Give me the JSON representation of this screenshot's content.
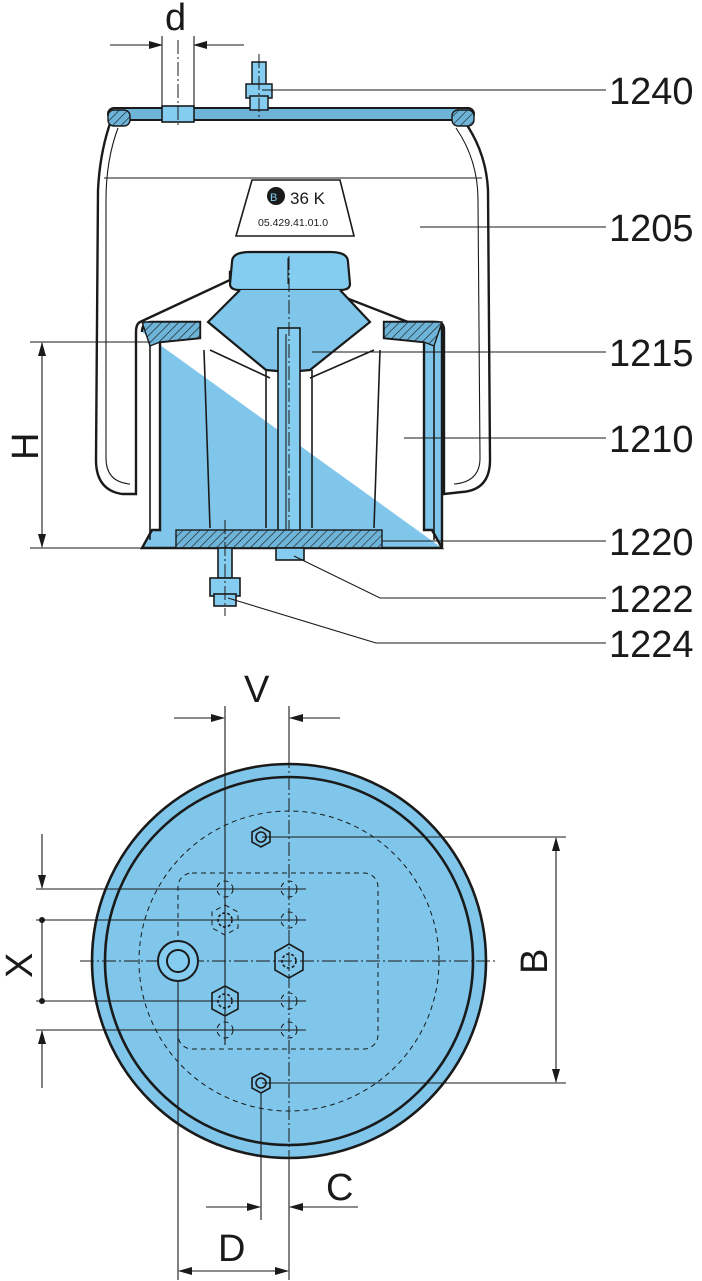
{
  "colors": {
    "body_fill": "#85cdf0",
    "piston_fill": "#7fc6ea",
    "base_fill": "#6eb4d8",
    "line": "#1a1a1a"
  },
  "stamp": {
    "line1": "36  K",
    "line2": "05.429.41.01.0",
    "logo_icon": "manufacturer-logo-icon"
  },
  "callouts": [
    {
      "id": "top-stud",
      "label": "1240"
    },
    {
      "id": "bellows",
      "label": "1205"
    },
    {
      "id": "upper-pad",
      "label": "1215"
    },
    {
      "id": "piston",
      "label": "1210"
    },
    {
      "id": "piston-base",
      "label": "1220"
    },
    {
      "id": "bottom-nut",
      "label": "1222"
    },
    {
      "id": "bottom-stud",
      "label": "1224"
    }
  ],
  "dimensions": {
    "d": "d",
    "H": "H",
    "V": "V",
    "X": "X",
    "B": "B",
    "C": "C",
    "D": "D"
  }
}
